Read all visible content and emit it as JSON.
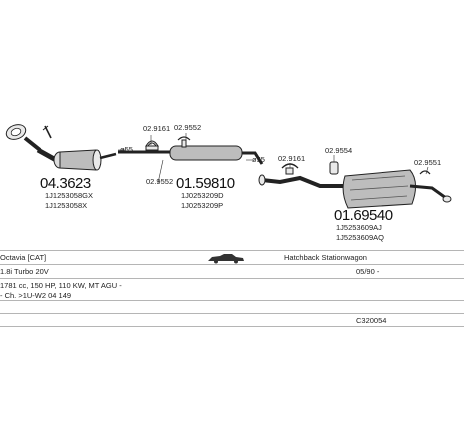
{
  "parts": {
    "catalytic": {
      "number": "04.3623",
      "oem1": "1J1253058GX",
      "oem2": "1J1253058X"
    },
    "center": {
      "number": "01.59810",
      "oem1": "1J0253209D",
      "oem2": "1J0253209P"
    },
    "rear": {
      "number": "01.69540",
      "oem1": "1J5253609AJ",
      "oem2": "1J5253609AQ"
    }
  },
  "clamps": [
    "02.9161",
    "02.9552",
    "02.9552",
    "02.9161",
    "02.9554",
    "02.9551"
  ],
  "diameters": [
    "ø55",
    "ø55"
  ],
  "info": {
    "model": "Octavia  [CAT]",
    "body": "Hatchback Stationwagon",
    "engine": "1.8i Turbo 20V",
    "date": "05/90 -",
    "spec": "1781 cc, 150 HP, 110 KW, MT AGU -",
    "chassis": "- Ch. >1U-W2 04 149",
    "code": "C320054"
  },
  "icons": {
    "brand": "car-silhouette-logo"
  }
}
